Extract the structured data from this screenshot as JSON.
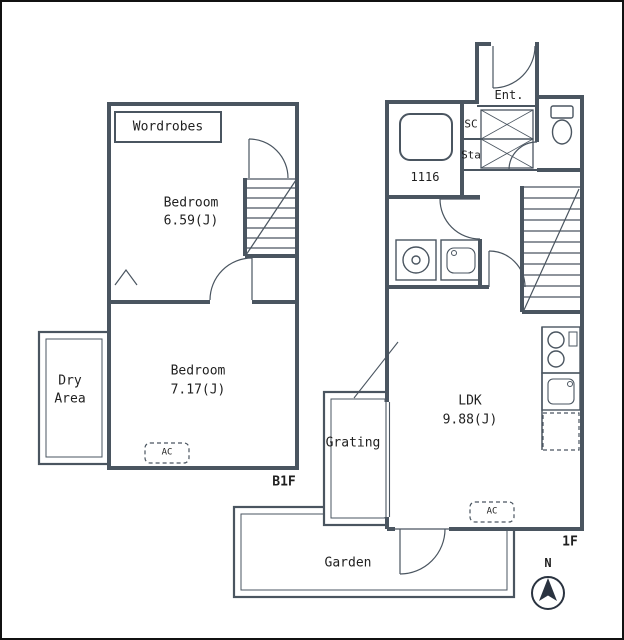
{
  "colors": {
    "wall": "#4a5560",
    "text": "#1f1f1f",
    "background": "#ffffff"
  },
  "b1f": {
    "floor_label": "B1F",
    "wardrobe_label": "Wordrobes",
    "bedroom_upper": {
      "name": "Bedroom",
      "size": "6.59(J)"
    },
    "bedroom_lower": {
      "name": "Bedroom",
      "size": "7.17(J)"
    },
    "dry_area": {
      "line1": "Dry",
      "line2": "Area"
    },
    "ac_label": "AC"
  },
  "f1": {
    "floor_label": "1F",
    "entrance_label": "Ent.",
    "shoe_closet_label": "SC",
    "storage_label": "Sta",
    "bathtub_label": "1116",
    "ldk": {
      "name": "LDK",
      "size": "9.88(J)"
    },
    "grating_label": "Grating",
    "garden_label": "Garden",
    "ac_label": "AC",
    "compass_north_label": "N"
  }
}
